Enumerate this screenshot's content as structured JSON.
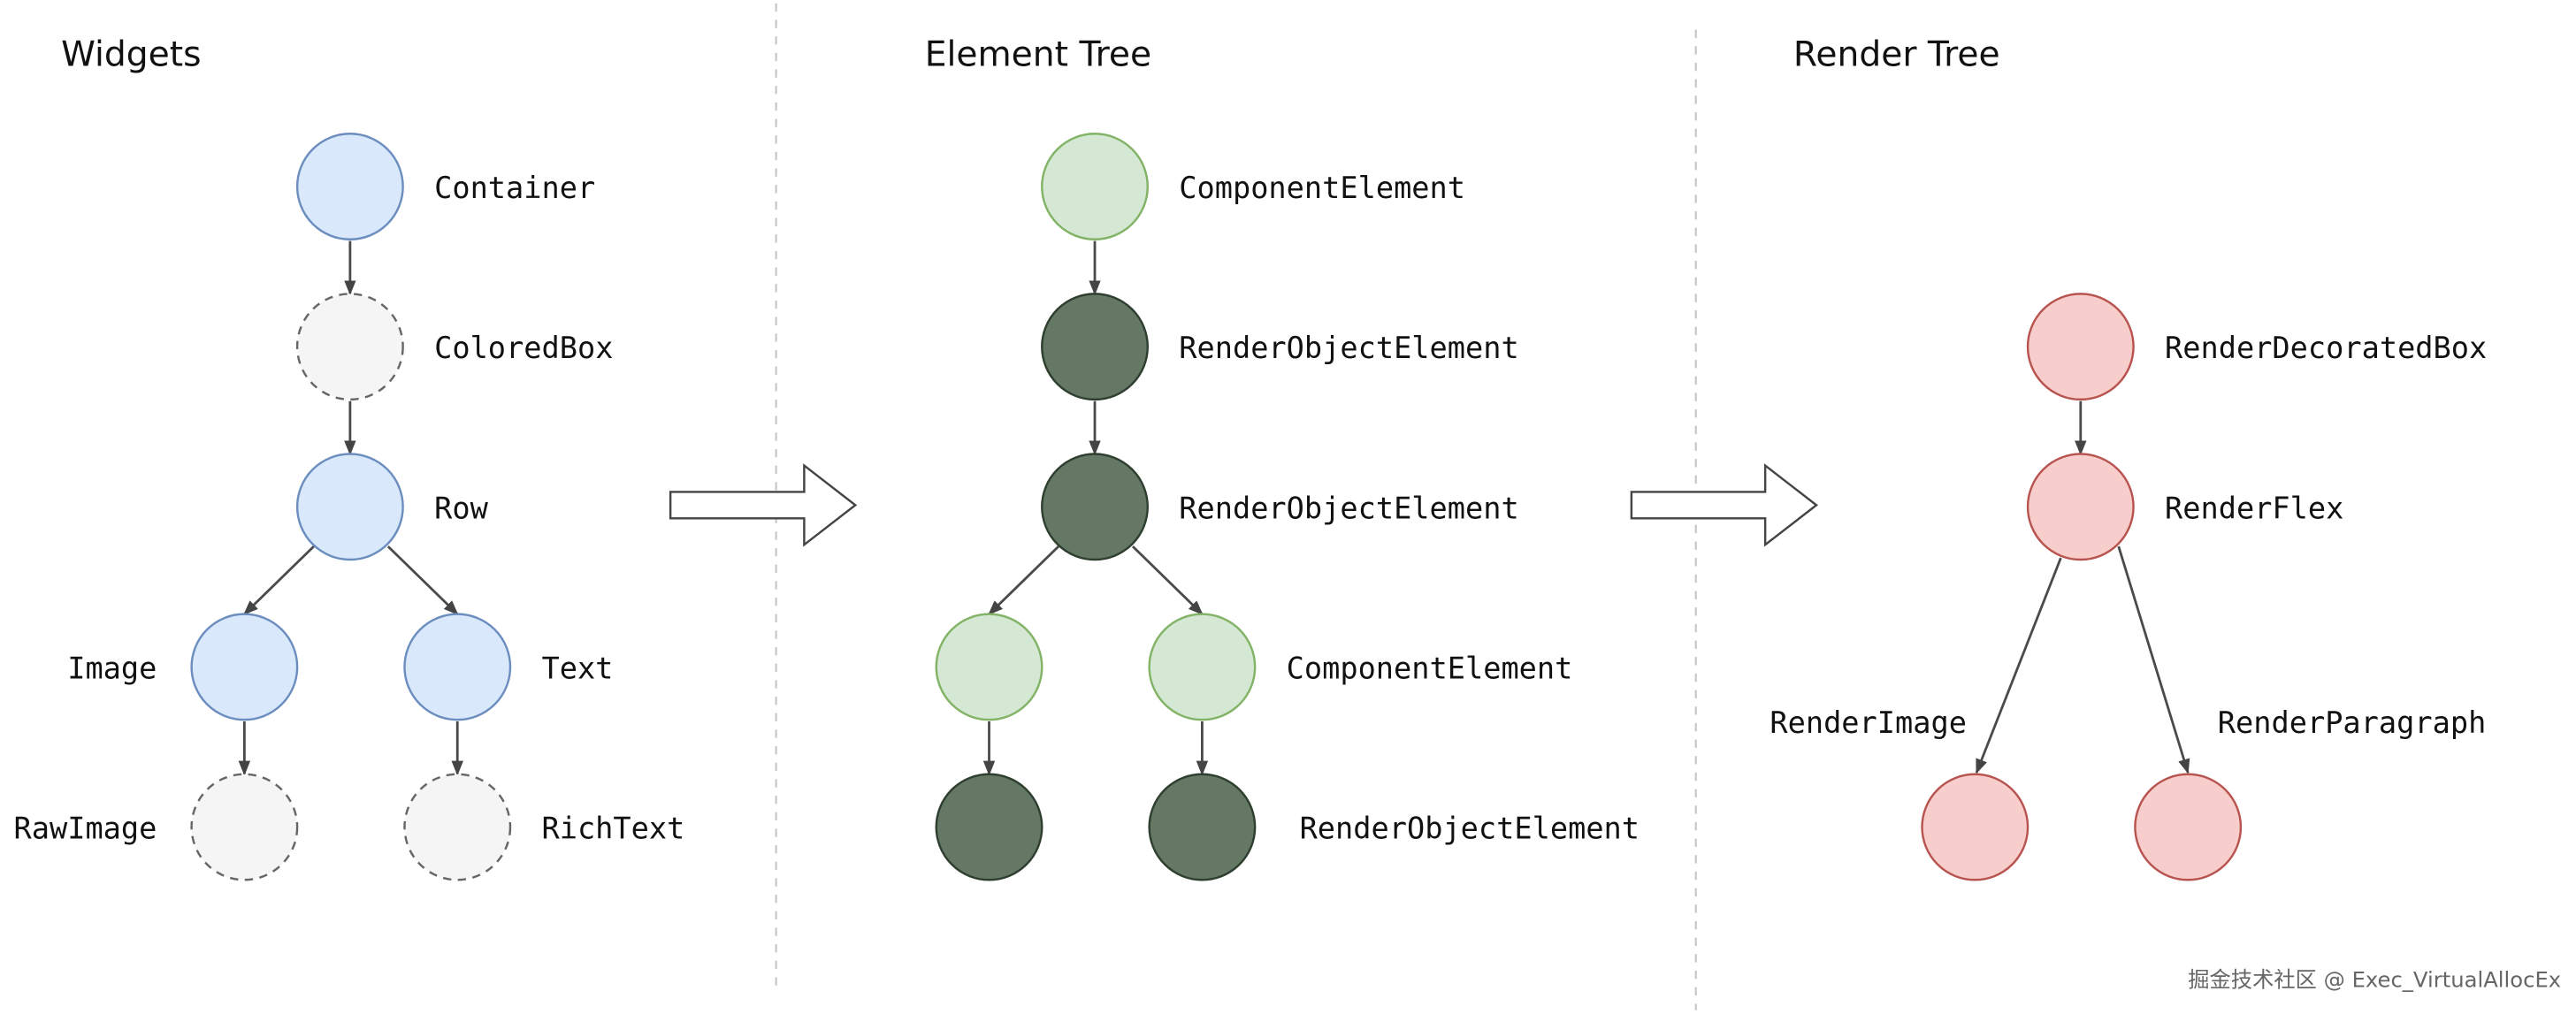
{
  "panels": {
    "widgets": {
      "title": "Widgets",
      "nodes": [
        {
          "label": "Container",
          "style": "blue"
        },
        {
          "label": "ColoredBox",
          "style": "dashed"
        },
        {
          "label": "Row",
          "style": "blue"
        },
        {
          "label": "Image",
          "style": "blue"
        },
        {
          "label": "Text",
          "style": "blue"
        },
        {
          "label": "RawImage",
          "style": "dashed"
        },
        {
          "label": "RichText",
          "style": "dashed"
        }
      ]
    },
    "element_tree": {
      "title": "Element Tree",
      "nodes": [
        {
          "label": "ComponentElement",
          "style": "light-green"
        },
        {
          "label": "RenderObjectElement",
          "style": "dark-green"
        },
        {
          "label": "RenderObjectElement",
          "style": "dark-green"
        },
        {
          "label": "",
          "style": "light-green"
        },
        {
          "label": "ComponentElement",
          "style": "light-green"
        },
        {
          "label": "",
          "style": "dark-green"
        },
        {
          "label": "RenderObjectElement",
          "style": "dark-green"
        }
      ]
    },
    "render_tree": {
      "title": "Render Tree",
      "nodes": [
        {
          "label": "RenderDecoratedBox",
          "style": "pink"
        },
        {
          "label": "RenderFlex",
          "style": "pink"
        },
        {
          "label": "RenderImage",
          "style": "pink"
        },
        {
          "label": "RenderParagraph",
          "style": "pink"
        }
      ]
    }
  },
  "watermark": "掘金技术社区 @ Exec_VirtualAllocEx",
  "colors": {
    "blue_fill": "#dae8fc",
    "blue_stroke": "#6c8ebf",
    "dashed_fill": "#f5f5f5",
    "dashed_stroke": "#666666",
    "light_green_fill": "#d5e8d4",
    "light_green_stroke": "#82b366",
    "dark_green_fill": "#647865",
    "dark_green_stroke": "#2f3f2f",
    "pink_fill": "#f8cecc",
    "pink_stroke": "#b85450"
  }
}
